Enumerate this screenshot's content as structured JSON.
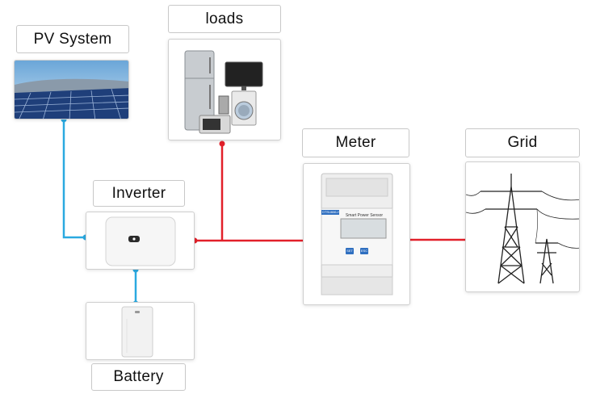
{
  "labels": {
    "pv": "PV System",
    "loads": "loads",
    "meter": "Meter",
    "grid": "Grid",
    "inverter": "Inverter",
    "battery": "Battery"
  },
  "meter_device": {
    "model": "DTSU666-H",
    "screen_title": "Smart Power Sensor",
    "button_1": "SET",
    "button_2": "ESC"
  },
  "colors": {
    "dc_line": "#2aa9e0",
    "ac_line": "#e2202a"
  }
}
